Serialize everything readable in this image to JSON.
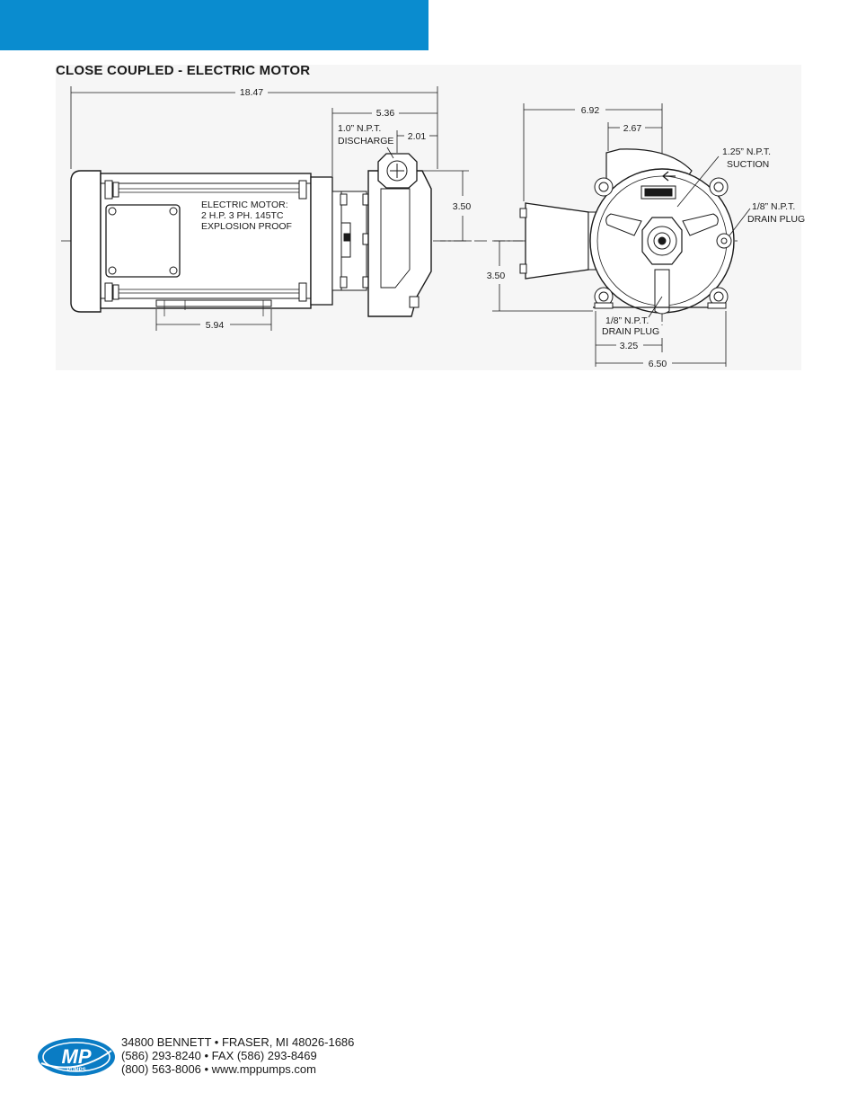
{
  "header": {
    "band_color": "#0a8ccf"
  },
  "section": {
    "title": "CLOSE COUPLED - ELECTRIC MOTOR"
  },
  "drawing": {
    "side_view": {
      "overall_length": "18.47",
      "pump_length": "5.36",
      "discharge_label_1": "1.0” N.P.T.",
      "discharge_label_2": "DISCHARGE",
      "discharge_offset": "2.01",
      "shaft_to_discharge": "3.50",
      "motor_label_1": "ELECTRIC MOTOR:",
      "motor_label_2": "2 H.P. 3 PH. 145TC",
      "motor_label_3": "EXPLOSION PROOF",
      "foot_length": "5.94"
    },
    "end_view": {
      "overall_width": "6.92",
      "suction_offset": "2.67",
      "suction_label_1": "1.25” N.P.T.",
      "suction_label_2": "SUCTION",
      "side_drain_label_1": "1/8” N.P.T.",
      "side_drain_label_2": "DRAIN PLUG",
      "shaft_height": "3.50",
      "bottom_drain_label_1": "1/8” N.P.T.",
      "bottom_drain_label_2": "DRAIN PLUG",
      "half_foot_width": "3.25",
      "foot_width": "6.50"
    }
  },
  "footer": {
    "logo_text": "MP",
    "logo_subtext": "PUMPS",
    "address_line1": "34800 BENNETT • FRASER, MI 48026-1686",
    "address_line2": "(586) 293-8240 • FAX (586) 293-8469",
    "address_line3": "(800) 563-8006 • www.mppumps.com",
    "logo_color": "#0a7cc4"
  }
}
